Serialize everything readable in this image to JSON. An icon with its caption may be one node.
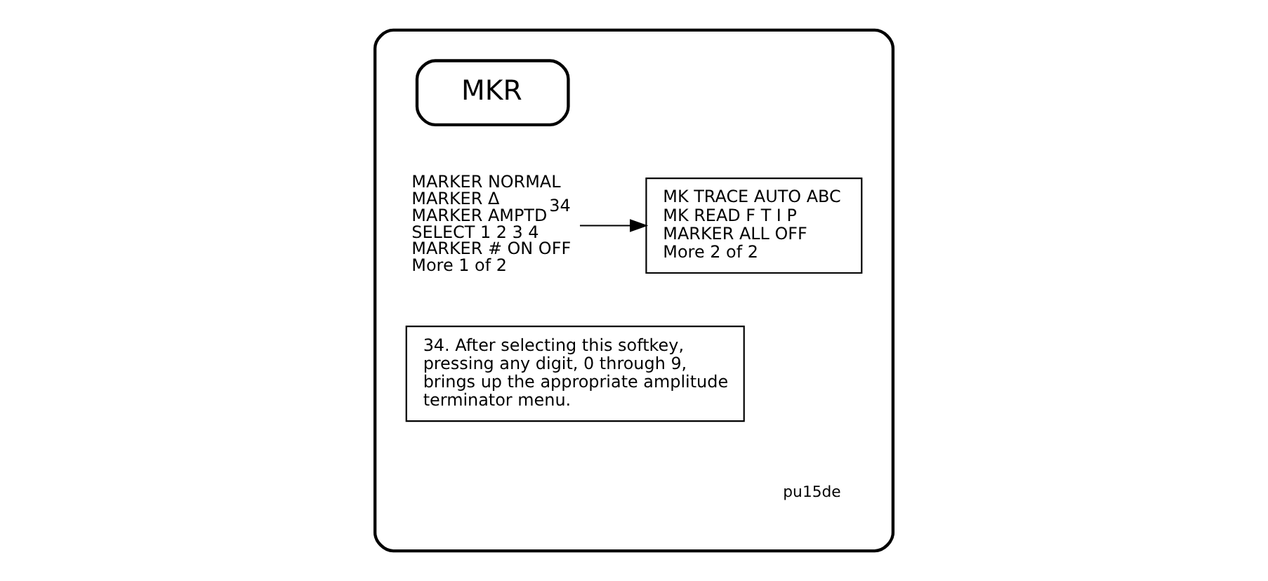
{
  "diagram": {
    "nodes": [
      {
        "text": [],
        "shape": "box"
      },
      {
        "text": [
          "MKR"
        ],
        "in": 0
      },
      {
        "text": [
          "MARKER NORMAL",
          "MARKER Δ",
          "MARKER AMPTD$^{34}$",
          "SELECT 1 2 3 4",
          "MARKER # ON OFF",
          "More 1 of 2"
        ],
        "in": 0
      },
      {
        "text": [
          "MK TRACE AUTO ABC",
          "MK READ F T I P",
          "MARKER ALL OFF",
          "More 2 of 2"
        ],
        "in": 0
      },
      {
        "text": [
          "34. After selecting this softkey, pressing any digit, 0 through 9, brings up the appropriate amplitude terminator menu."
        ],
        "in": 0
      }
    ],
    "edges": [
      {
        "from": 2,
        "to": 3,
        "arrow": "to"
      }
    ],
    "labels": [
      "pu15de"
    ]
  }
}
